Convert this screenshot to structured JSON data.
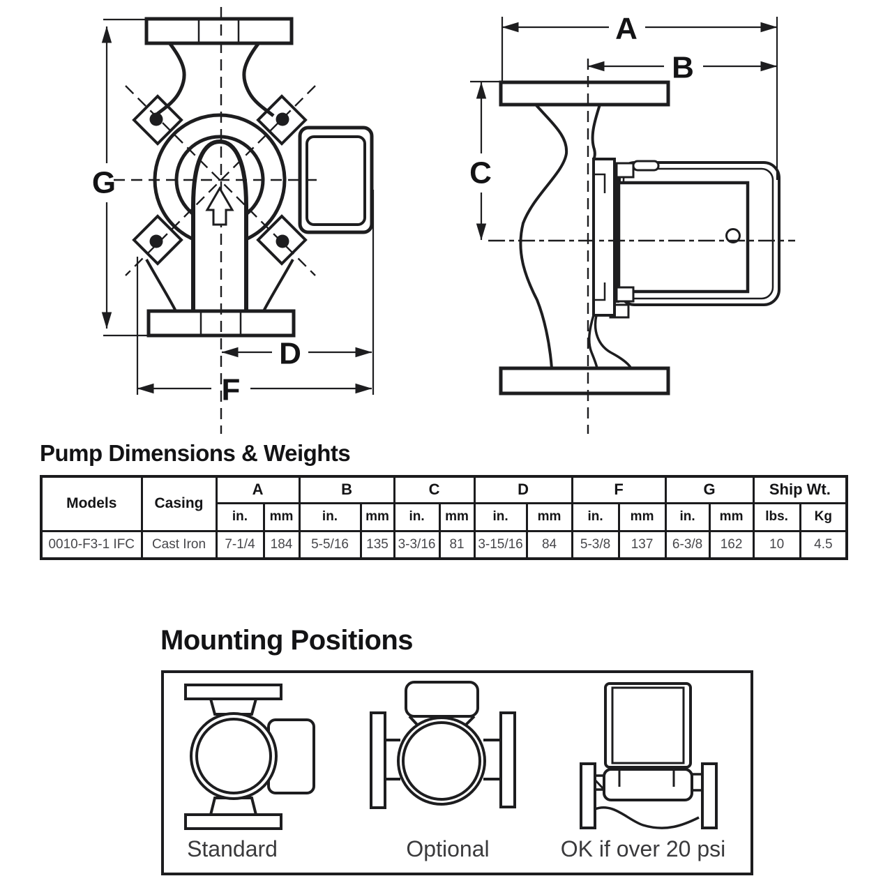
{
  "front_view": {
    "labels": {
      "g": "G",
      "d": "D",
      "f": "F"
    }
  },
  "side_view": {
    "labels": {
      "a": "A",
      "b": "B",
      "c": "C"
    }
  },
  "table": {
    "title": "Pump Dimensions & Weights",
    "headers": {
      "models": "Models",
      "casing": "Casing",
      "dims": [
        "A",
        "B",
        "C",
        "D",
        "F",
        "G"
      ],
      "ship": "Ship Wt.",
      "unit_in": "in.",
      "unit_mm": "mm",
      "unit_lbs": "lbs.",
      "unit_kg": "Kg"
    },
    "row": {
      "model": "0010-F3-1 IFC",
      "casing": "Cast Iron",
      "values": [
        {
          "in": "7-1/4",
          "mm": "184"
        },
        {
          "in": "5-5/16",
          "mm": "135"
        },
        {
          "in": "3-3/16",
          "mm": "81"
        },
        {
          "in": "3-15/16",
          "mm": "84"
        },
        {
          "in": "5-3/8",
          "mm": "137"
        },
        {
          "in": "6-3/8",
          "mm": "162"
        }
      ],
      "ship": {
        "lbs": "10",
        "kg": "4.5"
      }
    }
  },
  "mounting": {
    "title": "Mounting Positions",
    "captions": [
      "Standard",
      "Optional",
      "OK if over 20 psi"
    ]
  }
}
